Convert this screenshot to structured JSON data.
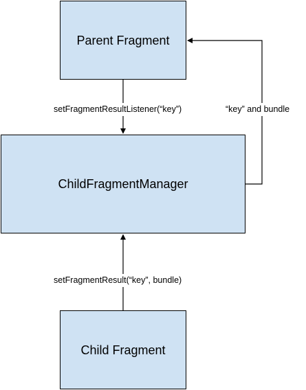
{
  "nodes": {
    "parent_fragment": "Parent Fragment",
    "child_fragment_manager": "ChildFragmentManager",
    "child_fragment": "Child Fragment"
  },
  "edges": {
    "set_listener": "setFragmentResultListener(“key”)",
    "return_result": "“key” and bundle",
    "set_result": "setFragmentResult(“key”, bundle)"
  },
  "colors": {
    "box_fill": "#cfe2f3",
    "stroke": "#000000",
    "background": "#ffffff"
  }
}
